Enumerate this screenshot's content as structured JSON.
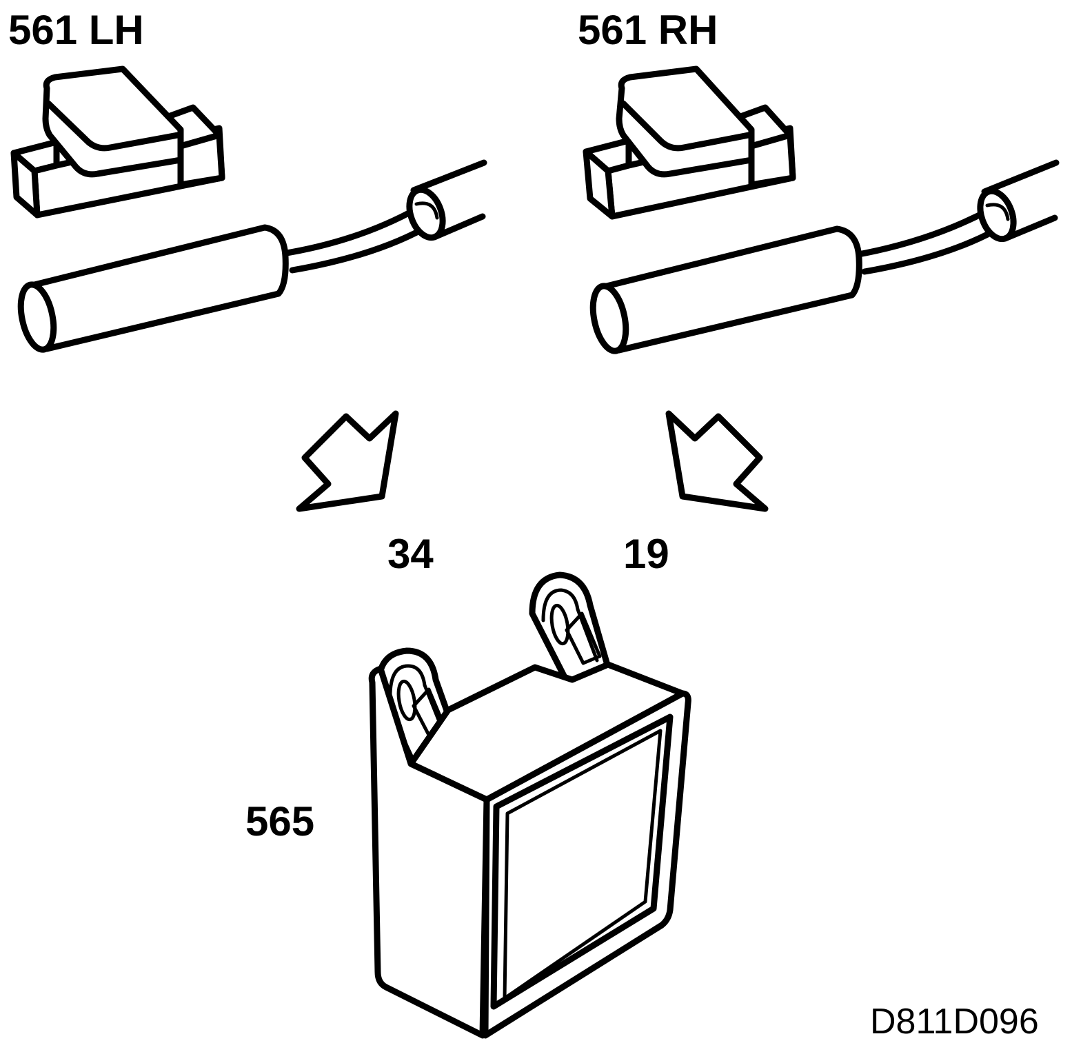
{
  "labels": {
    "sensor_left": "561 LH",
    "sensor_right": "561 RH",
    "wire_left": "34",
    "wire_right": "19",
    "module": "565",
    "figure_code": "D811D096"
  },
  "colors": {
    "line": "#000000",
    "background": "#ffffff"
  }
}
